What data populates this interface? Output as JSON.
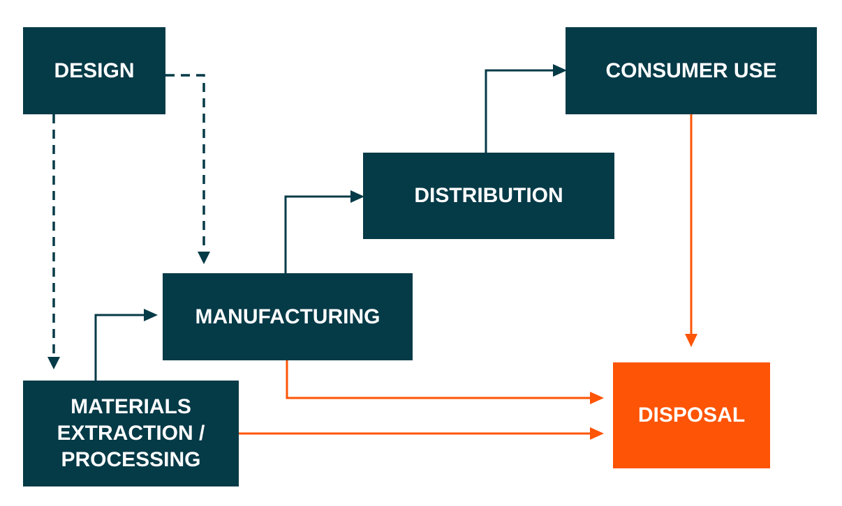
{
  "colors": {
    "teal": "#053a47",
    "orange": "#fe5405",
    "background": "#ffffff"
  },
  "nodes": {
    "design": "DESIGN",
    "consumer_use": "CONSUMER USE",
    "distribution": "DISTRIBUTION",
    "manufacturing": "MANUFACTURING",
    "materials": [
      "MATERIALS",
      "EXTRACTION /",
      "PROCESSING"
    ],
    "disposal": "DISPOSAL"
  },
  "edges": [
    {
      "from": "design",
      "to": "materials",
      "style": "dashed",
      "color": "teal"
    },
    {
      "from": "design",
      "to": "manufacturing",
      "style": "dashed",
      "color": "teal"
    },
    {
      "from": "materials",
      "to": "manufacturing",
      "style": "solid",
      "color": "teal"
    },
    {
      "from": "manufacturing",
      "to": "distribution",
      "style": "solid",
      "color": "teal"
    },
    {
      "from": "distribution",
      "to": "consumer_use",
      "style": "solid",
      "color": "teal"
    },
    {
      "from": "consumer_use",
      "to": "disposal",
      "style": "solid",
      "color": "orange"
    },
    {
      "from": "manufacturing",
      "to": "disposal",
      "style": "solid",
      "color": "orange"
    },
    {
      "from": "materials",
      "to": "disposal",
      "style": "solid",
      "color": "orange"
    }
  ]
}
